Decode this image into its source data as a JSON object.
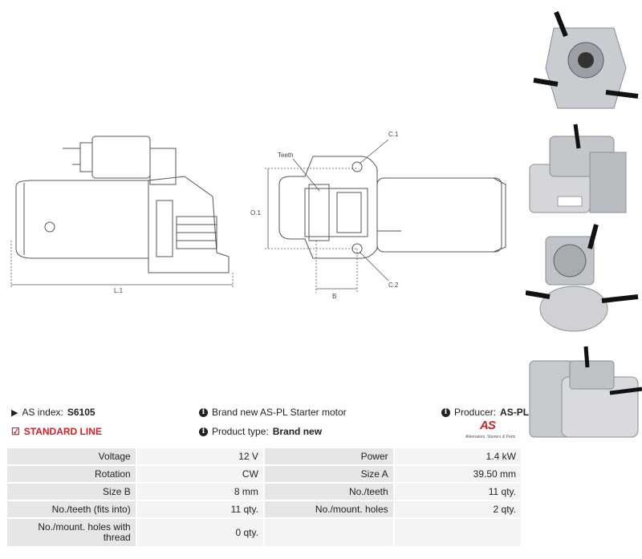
{
  "drawing": {
    "label_l1": "L.1",
    "label_o1": "O.1",
    "label_b": "B",
    "label_c1": "C.1",
    "label_c2": "C.2",
    "label_teeth": "Teeth"
  },
  "info": {
    "as_index_label": "AS index:",
    "as_index_value": "S6105",
    "line_label": "STANDARD LINE",
    "description": "Brand new AS-PL Starter motor",
    "product_type_label": "Product type:",
    "product_type_value": "Brand new",
    "producer_label": "Producer:",
    "producer_value": "AS-PL",
    "logo_mark": "AS",
    "logo_tagline": "Alternators, Starters & Parts"
  },
  "specs": [
    {
      "l1": "Voltage",
      "v1": "12 V",
      "l2": "Power",
      "v2": "1.4 kW"
    },
    {
      "l1": "Rotation",
      "v1": "CW",
      "l2": "Size A",
      "v2": "39.50 mm"
    },
    {
      "l1": "Size B",
      "v1": "8 mm",
      "l2": "No./teeth",
      "v2": "11 qty."
    },
    {
      "l1": "No./teeth (fits into)",
      "v1": "11 qty.",
      "l2": "No./mount. holes",
      "v2": "2 qty."
    },
    {
      "l1": "No./mount. holes with thread",
      "v1": "0 qty.",
      "l2": "",
      "v2": ""
    }
  ],
  "colors": {
    "accent": "#d01f25",
    "label_bg": "#e6e6e6",
    "value_bg": "#f4f4f4"
  }
}
